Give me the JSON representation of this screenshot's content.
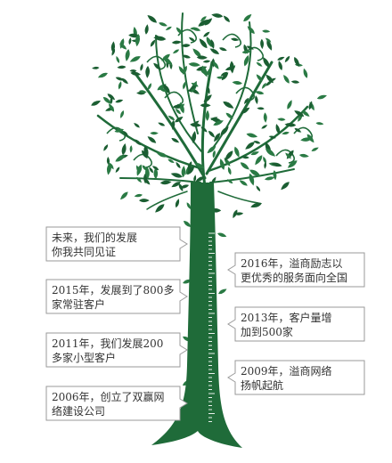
{
  "colors": {
    "trunk": "#1f6b39",
    "leaf": "#2a7a44",
    "leaf_dark": "#1b5e32",
    "box_border": "#9a9a9a",
    "box_fill": "#ffffff",
    "text": "#333333"
  },
  "milestones": {
    "left": [
      {
        "lines": [
          "未来，我们的发展",
          "你我共同见证"
        ]
      },
      {
        "lines": [
          "2015年，发展到了800多",
          "家常驻客户"
        ]
      },
      {
        "lines": [
          "2011年，我们发展200",
          "多家小型客户"
        ]
      },
      {
        "lines": [
          "2006年，创立了双赢网",
          "络建设公司"
        ]
      }
    ],
    "right": [
      {
        "lines": [
          "2016年，溢商励志以",
          "更优秀的服务面向全国"
        ]
      },
      {
        "lines": [
          "2013年，客户量增",
          "加到500家"
        ]
      },
      {
        "lines": [
          "2009年，溢商网络",
          "扬帆起航"
        ]
      }
    ]
  }
}
